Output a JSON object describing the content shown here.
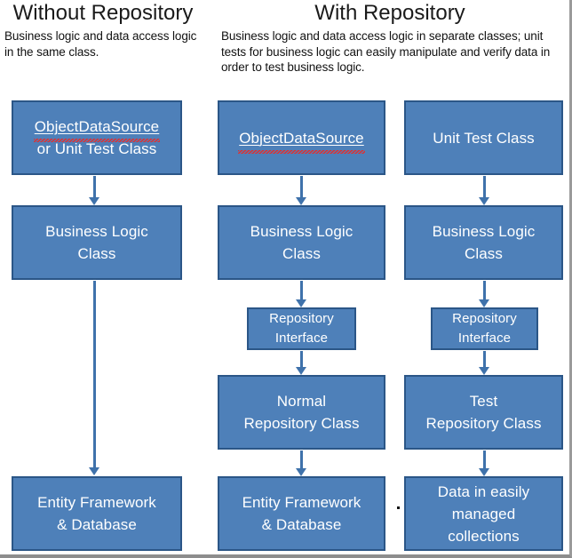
{
  "diagram": {
    "title_left": "Without Repository",
    "title_right": "With Repository",
    "subtitle_left": "Business logic and data access logic in the same class.",
    "subtitle_right": "Business logic and data access logic in separate classes; unit tests for business logic can easily manipulate and verify data in order to test business logic.",
    "colors": {
      "box_fill": "#4E80B9",
      "box_border": "#2B5687",
      "arrow": "#3F72AB",
      "box_text": "#FFFFFF",
      "heading_text": "#1A1A1A",
      "spellcheck_underline": "#E03030",
      "frame": "#9A9A9A",
      "background": "#FFFFFF"
    },
    "stray_period": "."
  },
  "columns": [
    {
      "name": "without-repository",
      "nodes": [
        {
          "id": "left-objectdatasource",
          "line1": "ObjectDataSource",
          "line2": "or Unit Test Class",
          "misspelled": "ObjectDataSource"
        },
        {
          "id": "left-business-logic",
          "line1": "Business Logic",
          "line2": "Class"
        },
        {
          "id": "left-entity-framework",
          "line1": "Entity Framework",
          "line2": "& Database"
        }
      ]
    },
    {
      "name": "with-repository-normal",
      "nodes": [
        {
          "id": "mid-objectdatasource",
          "line1": "ObjectDataSource",
          "misspelled": "ObjectDataSource"
        },
        {
          "id": "mid-business-logic",
          "line1": "Business Logic",
          "line2": "Class"
        },
        {
          "id": "mid-repository-interface",
          "line1": "Repository",
          "line2": "Interface"
        },
        {
          "id": "mid-normal-repository",
          "line1": "Normal",
          "line2": "Repository Class"
        },
        {
          "id": "mid-entity-framework",
          "line1": "Entity Framework",
          "line2": "& Database"
        }
      ]
    },
    {
      "name": "with-repository-test",
      "nodes": [
        {
          "id": "right-unit-test-class",
          "line1": "Unit Test Class"
        },
        {
          "id": "right-business-logic",
          "line1": "Business Logic",
          "line2": "Class"
        },
        {
          "id": "right-repository-interface",
          "line1": "Repository",
          "line2": "Interface"
        },
        {
          "id": "right-test-repository",
          "line1": "Test",
          "line2": "Repository Class"
        },
        {
          "id": "right-data-collections",
          "line1": "Data in easily",
          "line2": "managed",
          "line3": "collections"
        }
      ]
    }
  ]
}
